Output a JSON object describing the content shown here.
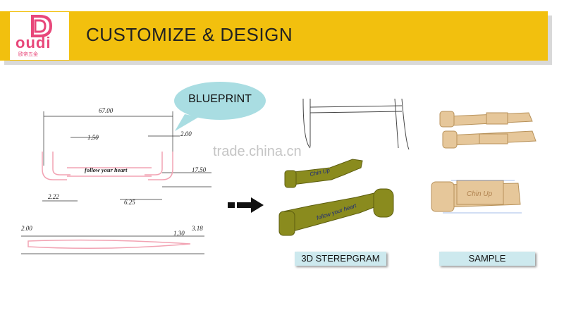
{
  "logo": {
    "text": "oudi",
    "subtext": "欧帝五金"
  },
  "banner": {
    "title": "CUSTOMIZE & DESIGN"
  },
  "bubble": {
    "label": "BLUEPRINT"
  },
  "blueprint": {
    "engraving": "follow your heart",
    "dims": [
      "67.00",
      "1.50",
      "2.00",
      "17.50",
      "2.22",
      "6.25",
      "2.00",
      "1.30",
      "3.18"
    ]
  },
  "render3d": {
    "text_small": "Chin Up",
    "text_large": "follow your heart",
    "label": "3D STEREPGRAM"
  },
  "sample": {
    "text": "Chin Up",
    "label": "SAMPLE"
  },
  "watermark": "trade.china.cn",
  "colors": {
    "banner": "#f2c00e",
    "bubble": "#a9dde2",
    "tag": "#cde9ee",
    "olive": "#8a8b1e",
    "gold": "#e6c79a"
  }
}
